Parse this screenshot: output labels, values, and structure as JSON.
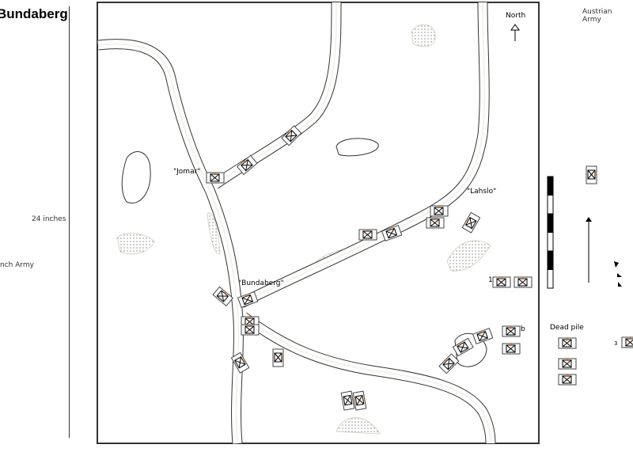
{
  "header": {
    "title": "Bundaberg"
  },
  "ruler": {
    "label": "24 inches"
  },
  "armies": {
    "left": "nch Army",
    "right": "Austrian Army"
  },
  "map": {
    "north_label": "North",
    "towns": [
      "\"Jomar\"",
      "\"Lahslo\"",
      "\"Bundaberg\""
    ]
  },
  "sidebar": {
    "dead_pile_label": "Dead pile",
    "unit_count_label": "1",
    "marker_b": "b",
    "marker_3": "3"
  },
  "colors": {
    "road": "#333333",
    "roadfill": "#f4f2ea",
    "accent": "#ff6600",
    "border": "#333333"
  }
}
